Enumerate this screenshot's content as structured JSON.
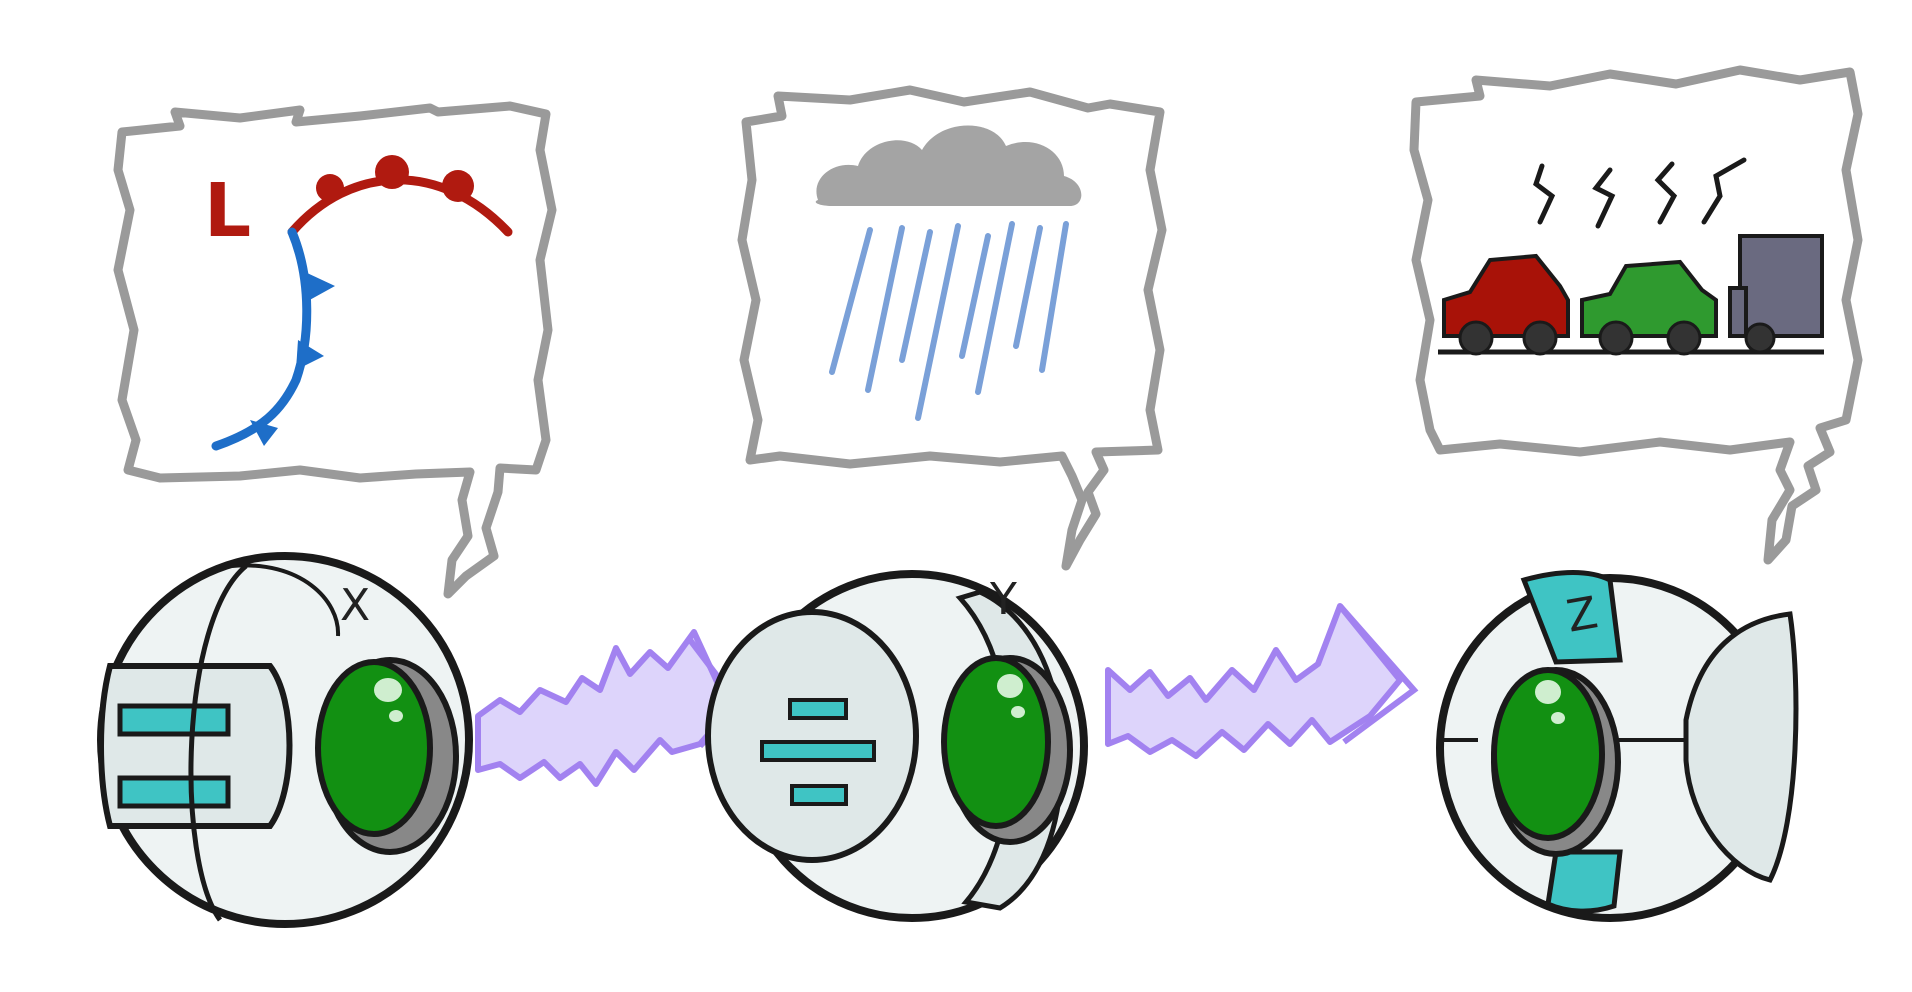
{
  "colors": {
    "bubble_border": "#9a9a9a",
    "robot_body": "#eef3f3",
    "robot_panel": "#dfe8e8",
    "robot_outline": "#1a1a1a",
    "eye_green": "#129012",
    "eye_socket": "#888888",
    "teal_accent": "#3fc4c4",
    "signal_fill": "#ddd4fb",
    "signal_stroke": "#a282f0",
    "warm_front": "#b01a10",
    "cold_front": "#1e6ec8",
    "cloud": "#a4a4a4",
    "rain": "#7aa0d8",
    "car_red": "#a81208",
    "car_green": "#2f9a2f",
    "truck": "#6a6a80"
  },
  "nodes": [
    {
      "id": "X",
      "label": "X",
      "thought_icon": "weather-front-icon",
      "thought_text": "L"
    },
    {
      "id": "Y",
      "label": "Y",
      "thought_icon": "rain-cloud-icon"
    },
    {
      "id": "Z",
      "label": "Z",
      "thought_icon": "traffic-jam-icon"
    }
  ],
  "edges": [
    {
      "from": "X",
      "to": "Y",
      "icon": "signal-arrow-icon"
    },
    {
      "from": "Y",
      "to": "Z",
      "icon": "signal-arrow-icon"
    }
  ]
}
